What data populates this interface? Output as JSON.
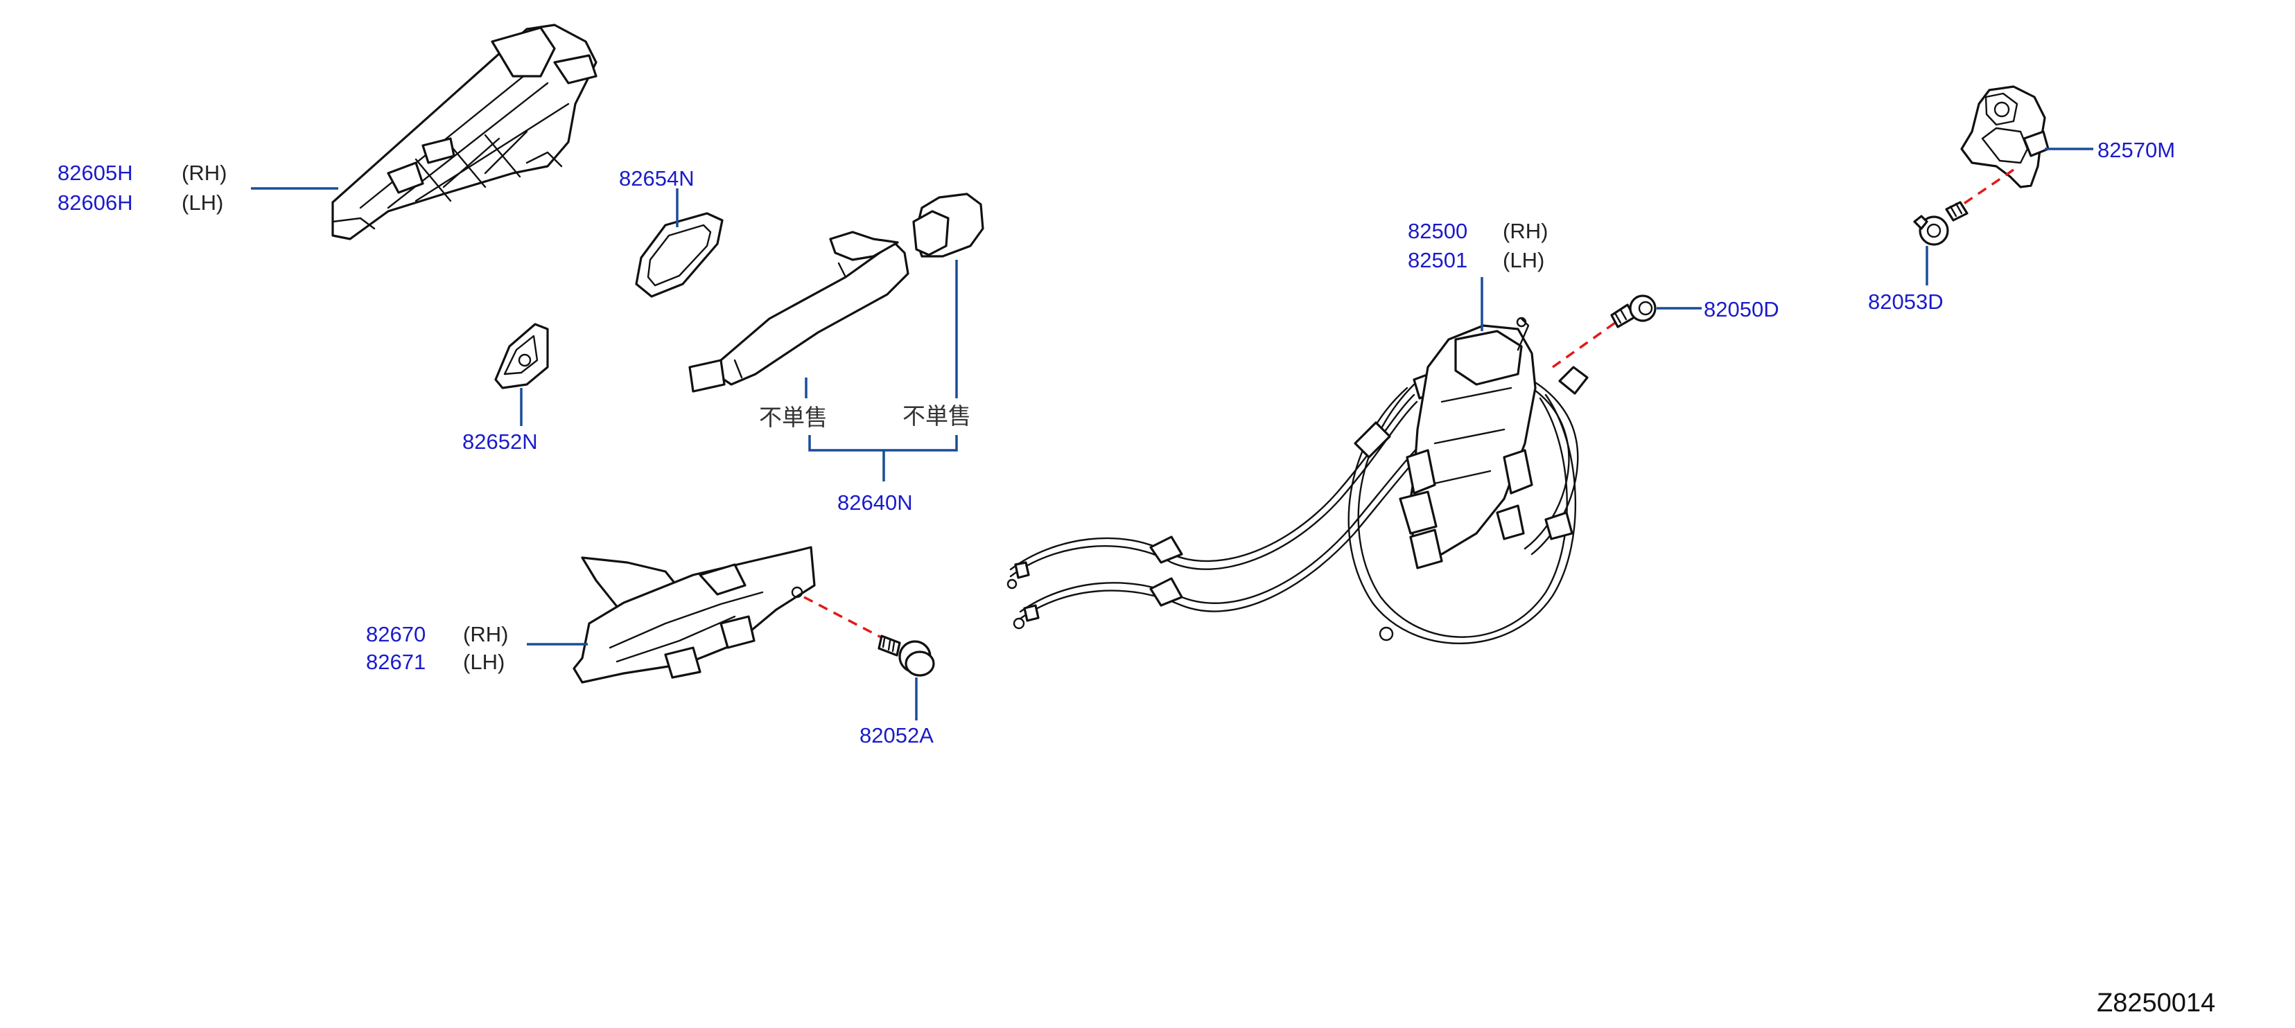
{
  "diagram_code": "Z8250014",
  "not_sold_separately": "不単售",
  "parts": {
    "outside_handle_bracket": {
      "rh_no": "82605H",
      "lh_no": "82606H",
      "rh_label": "(RH)",
      "lh_label": "(LH)",
      "icon": "handle-bracket-drawing"
    },
    "gasket_large": {
      "no": "82654N",
      "icon": "gasket-drawing"
    },
    "gasket_small": {
      "no": "82652N",
      "icon": "gasket-drawing"
    },
    "outside_handle": {
      "no": "82640N",
      "icon": "outside-handle-drawing"
    },
    "inside_handle": {
      "rh_no": "82670",
      "lh_no": "82671",
      "rh_label": "(RH)",
      "lh_label": "(LH)",
      "icon": "inside-handle-drawing"
    },
    "inside_handle_screw": {
      "no": "82052A",
      "icon": "screw-drawing"
    },
    "door_lock": {
      "rh_no": "82500",
      "lh_no": "82501",
      "rh_label": "(RH)",
      "lh_label": "(LH)",
      "icon": "door-lock-actuator-drawing"
    },
    "lock_screw": {
      "no": "82050D",
      "icon": "screw-drawing"
    },
    "striker": {
      "no": "82570M",
      "icon": "striker-drawing"
    },
    "striker_screw": {
      "no": "82053D",
      "icon": "screw-drawing"
    }
  }
}
